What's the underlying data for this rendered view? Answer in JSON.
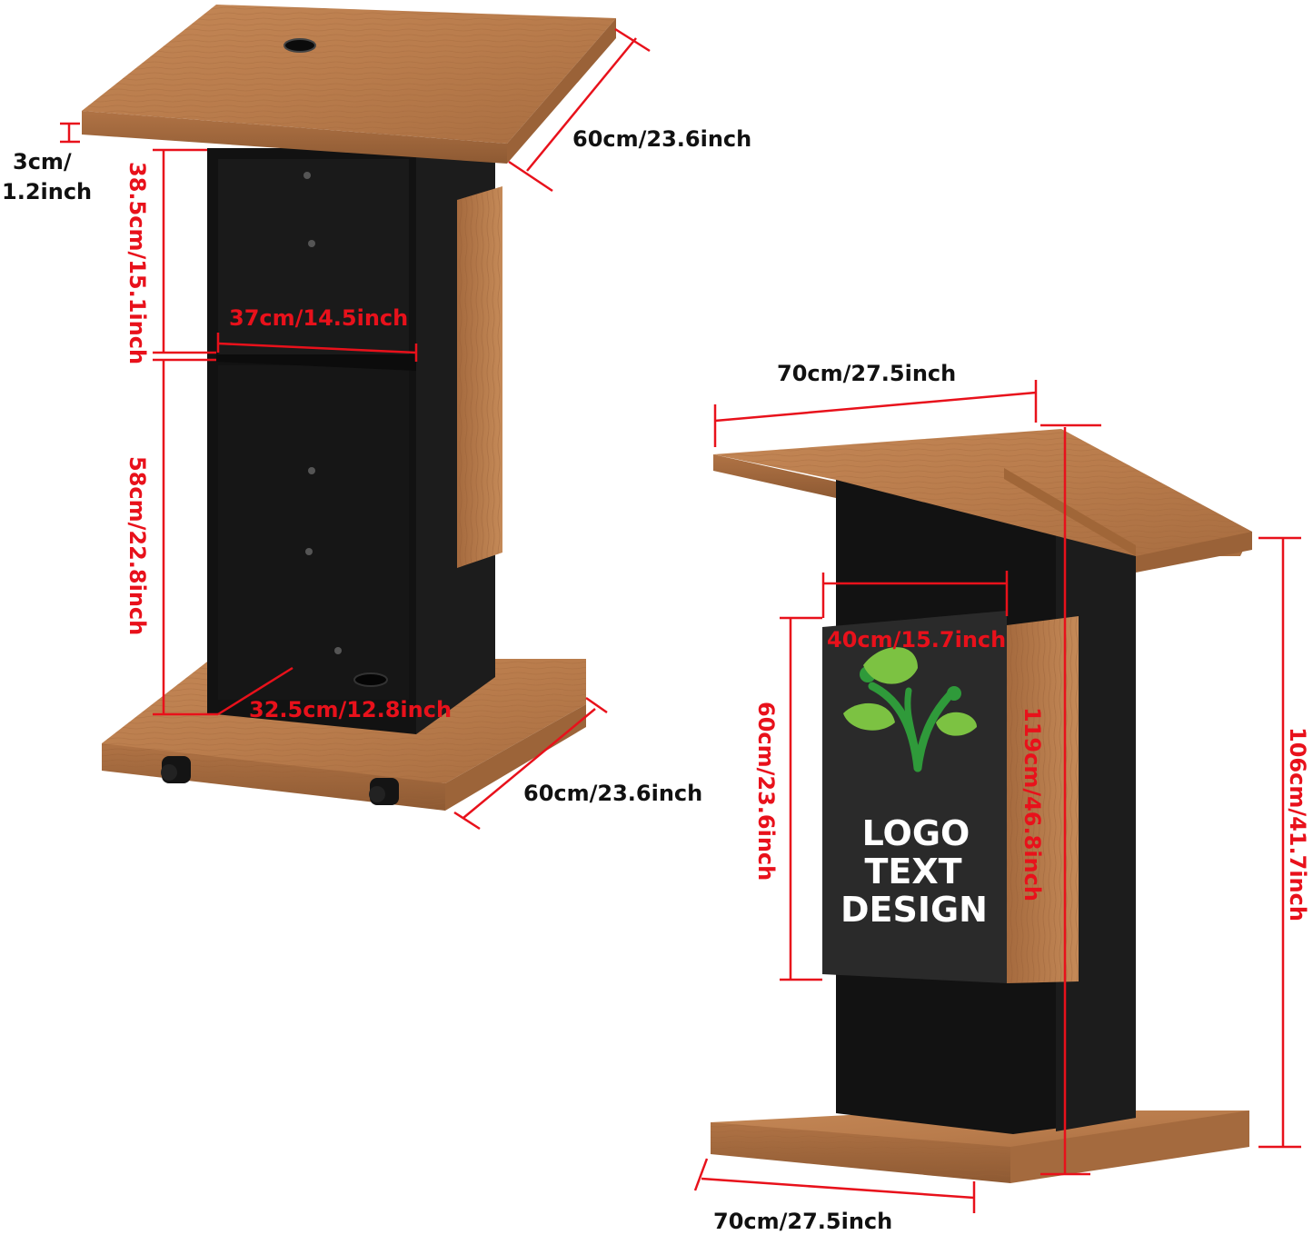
{
  "left_lectern": {
    "dimensions": {
      "top_depth": "60cm/23.6inch",
      "top_thickness_line1": "3cm/",
      "top_thickness_line2": "1.2inch",
      "upper_shelf_height": "38.5cm/15.1inch",
      "inner_width": "37cm/14.5inch",
      "lower_shelf_height": "58cm/22.8inch",
      "inner_depth": "32.5cm/12.8inch",
      "base_depth": "60cm/23.6inch"
    }
  },
  "right_lectern": {
    "dimensions": {
      "top_width": "70cm/27.5inch",
      "panel_width": "40cm/15.7inch",
      "panel_height": "60cm/23.6inch",
      "overall_height": "119cm/46.8inch",
      "front_height": "106cm/41.7inch",
      "base_width": "70cm/27.5inch"
    },
    "logo_panel": {
      "line1": "LOGO",
      "line2": "TEXT",
      "line3": "DESIGN"
    }
  },
  "colors": {
    "wood": "#b87a4b",
    "wood_dark": "#8e5a33",
    "body_black": "#111111",
    "dimension_red": "#e8111b",
    "leaf_green": "#7cc242",
    "leaf_dark_green": "#2f9a3a"
  }
}
